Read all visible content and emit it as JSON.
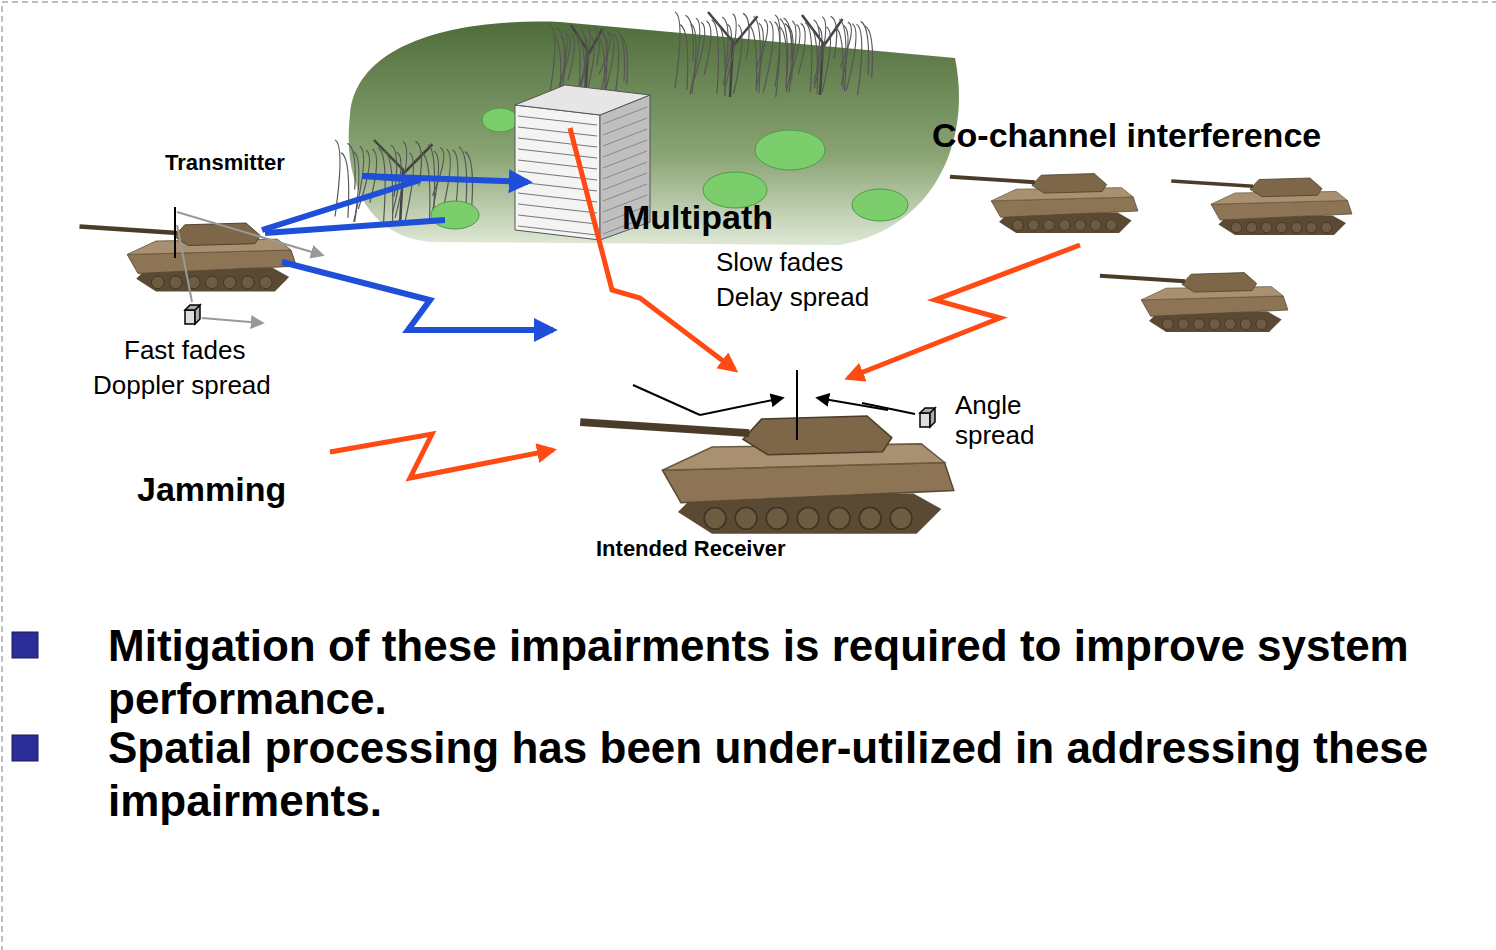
{
  "diagram": {
    "labels": [
      "Transmitter",
      "Multipath",
      "Slow fades",
      "Delay spread",
      "Co-channel interference",
      "Fast fades",
      "Doppler spread",
      "Angle spread",
      "Jamming",
      "Intended Receiver",
      "Mitigation of these impairments is required to improve system performance.",
      "Spatial processing has been under-utilized in addressing these impairments."
    ]
  }
}
